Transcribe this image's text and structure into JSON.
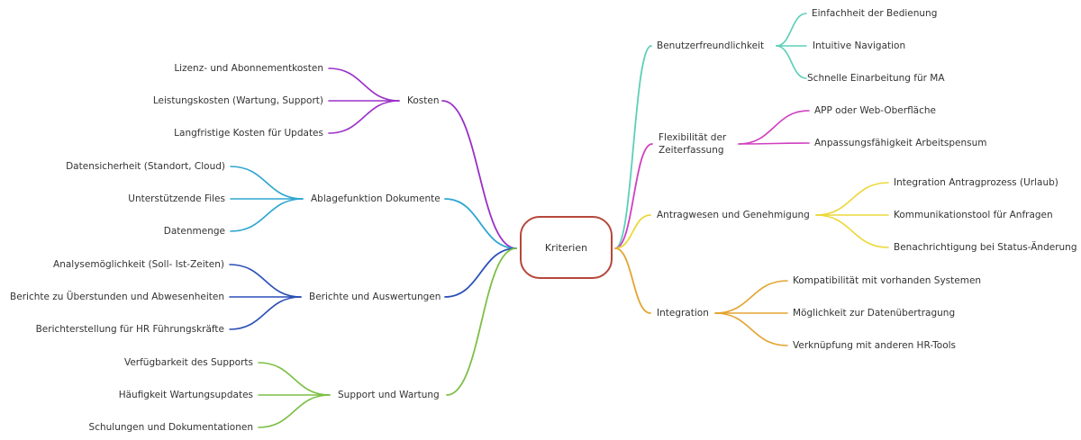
{
  "center": {
    "label": "Kriterien",
    "color": "#b5473a"
  },
  "left_branches": [
    {
      "label": "Kosten",
      "color": "#9b30c8",
      "children": [
        "Lizenz- und Abonnementkosten",
        "Leistungskosten (Wartung, Support)",
        "Langfristige Kosten für Updates"
      ]
    },
    {
      "label": "Ablagefunktion Dokumente",
      "color": "#2ea6d0",
      "children": [
        "Datensicherheit (Standort, Cloud)",
        "Unterstützende Files",
        "Datenmenge"
      ]
    },
    {
      "label": "Berichte und Auswertungen",
      "color": "#2a4fb8",
      "children": [
        "Analysemöglichkeit (Soll- Ist-Zeiten)",
        "Berichte zu Überstunden und Abwesenheiten",
        "Berichterstellung für HR Führungskräfte"
      ]
    },
    {
      "label": "Support und Wartung",
      "color": "#7cbf45",
      "children": [
        "Verfügbarkeit des Supports",
        "Häufigkeit Wartungsupdates",
        "Schulungen und Dokumentationen"
      ]
    }
  ],
  "right_branches": [
    {
      "label": "Benutzerfreundlichkeit",
      "color": "#5ccfb8",
      "children": [
        "Einfachheit der Bedienung",
        "Intuitive Navigation",
        "Schnelle Einarbeitung für MA"
      ]
    },
    {
      "label_line1": "Flexibilität der",
      "label_line2": "Zeiterfassung",
      "color": "#d03ec0",
      "children": [
        "APP oder Web-Oberfläche",
        "Anpassungsfähigkeit Arbeitspensum"
      ]
    },
    {
      "label": "Antragwesen und Genehmigung",
      "color": "#ecd83a",
      "children": [
        "Integration Antragprozess (Urlaub)",
        "Kommunikationstool für Anfragen",
        "Benachrichtigung bei Status-Änderung"
      ]
    },
    {
      "label": "Integration",
      "color": "#e3a431",
      "children": [
        "Kompatibilität mit vorhanden Systemen",
        "Möglichkeit zur Datenübertragung",
        "Verknüpfung mit anderen HR-Tools"
      ]
    }
  ]
}
